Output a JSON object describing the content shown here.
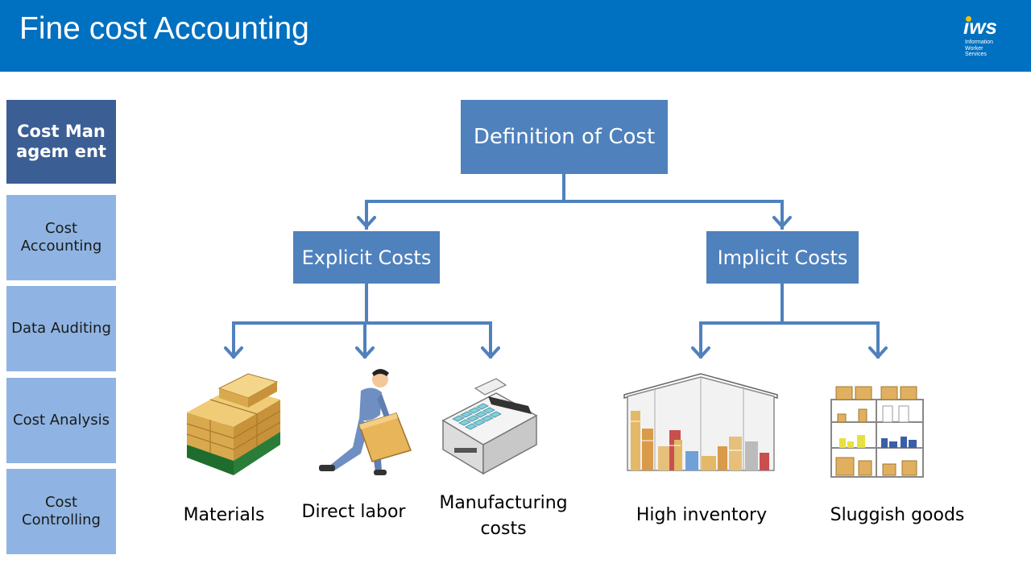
{
  "header": {
    "title": "Fine cost Accounting",
    "logo_text": "iws",
    "logo_subtitle": [
      "Information",
      "Worker",
      "Services"
    ]
  },
  "sidebar": [
    {
      "label": "Cost Managem ent",
      "active": true
    },
    {
      "label": "Cost Accounting",
      "active": false
    },
    {
      "label": "Data Auditing",
      "active": false
    },
    {
      "label": "Cost Analysis",
      "active": false
    },
    {
      "label": "Cost Controlling",
      "active": false
    }
  ],
  "diagram": {
    "root": "Definition of Cost",
    "left_branch": "Explicit Costs",
    "right_branch": "Implicit Costs",
    "leaves": {
      "materials": "Materials",
      "direct_labor": "Direct labor",
      "manufacturing_costs": "Manufacturing costs",
      "high_inventory": "High inventory",
      "sluggish_goods": "Sluggish goods"
    }
  },
  "colors": {
    "header": "#0070c0",
    "node": "#4f81bd",
    "sidebar_active": "#3b5e94",
    "sidebar_normal": "#8fb4e3"
  },
  "icons": [
    "pallet-boxes-icon",
    "worker-carrying-box-icon",
    "calculator-machine-icon",
    "warehouse-icon",
    "shelf-rack-icon"
  ]
}
